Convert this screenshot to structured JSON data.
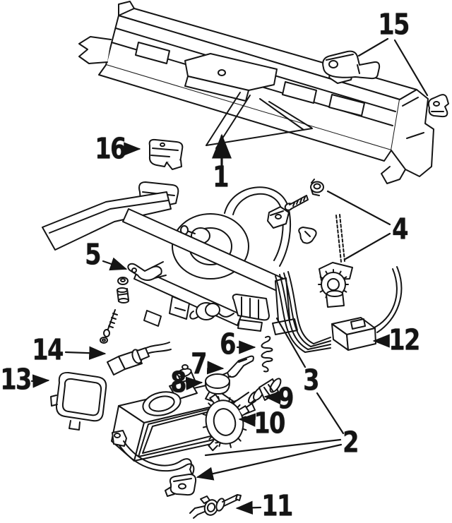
{
  "figure": {
    "kind": "exploded-parts-diagram",
    "background_color": "#ffffff",
    "line_color": "#141414",
    "callout_color": "#141414"
  },
  "callouts": [
    {
      "number": "1"
    },
    {
      "number": "2"
    },
    {
      "number": "3"
    },
    {
      "number": "4"
    },
    {
      "number": "5"
    },
    {
      "number": "6"
    },
    {
      "number": "7"
    },
    {
      "number": "8"
    },
    {
      "number": "9"
    },
    {
      "number": "10"
    },
    {
      "number": "11"
    },
    {
      "number": "12"
    },
    {
      "number": "13"
    },
    {
      "number": "14"
    },
    {
      "number": "15"
    },
    {
      "number": "16"
    }
  ]
}
